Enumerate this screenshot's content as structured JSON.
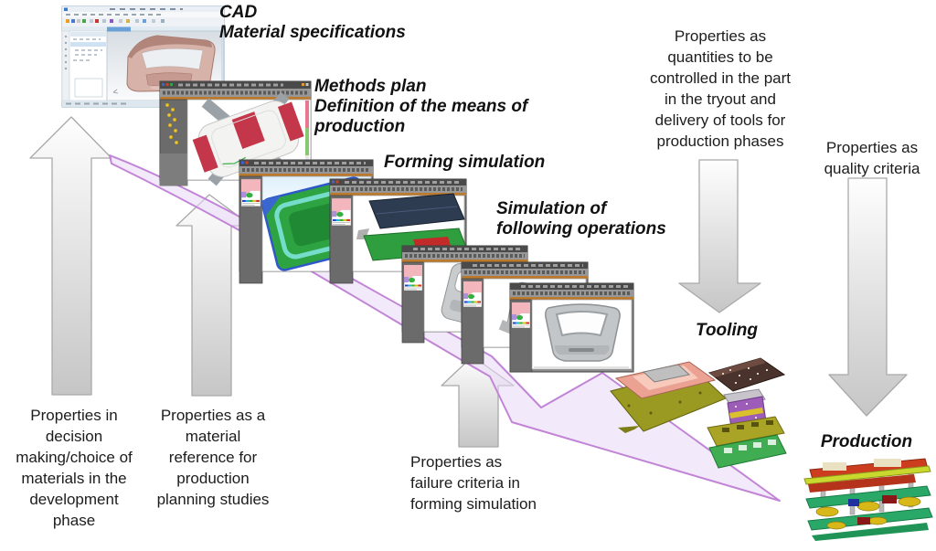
{
  "stages": {
    "cad": "CAD\nMaterial specifications",
    "methods_plan": "Methods plan\nDefinition of the means of\nproduction",
    "forming_simulation": "Forming simulation",
    "following_operations": "Simulation of\nfollowing operations",
    "tooling": "Tooling",
    "production": "Production"
  },
  "notes": {
    "decision_phase": "Properties in\ndecision\nmaking/choice of\nmaterials in the\ndevelopment\nphase",
    "material_reference": "Properties as a\nmaterial\nreference for\nproduction\nplanning studies",
    "failure_criteria": "Properties as\nfailure criteria in\nforming simulation",
    "tryout_control": "Properties as\nquantities to be\ncontrolled in the part\nin the tryout and\ndelivery of tools for\nproduction phases",
    "quality_criteria": "Properties as\nquality criteria"
  },
  "colors": {
    "background": "#ffffff",
    "text": "#1c1c1c",
    "flow_arrow_fill": "#e7d9f6",
    "flow_arrow_stroke": "#c184d6",
    "process_arrow_fill_light": "#fefefe",
    "process_arrow_fill_dark": "#c6c6c6",
    "process_arrow_stroke": "#a9a9a9",
    "window_chrome_dark": "#6b6b6b",
    "window_accent_orange": "#bc7a2e",
    "cad_body_pink": "#d4b4ac",
    "die_red": "#c4374a",
    "sim_green": "#2da342",
    "tool_olive": "#9a9a22",
    "tool_salmon": "#eba292",
    "press_green": "#2aa868",
    "press_red": "#cc3d1f"
  }
}
